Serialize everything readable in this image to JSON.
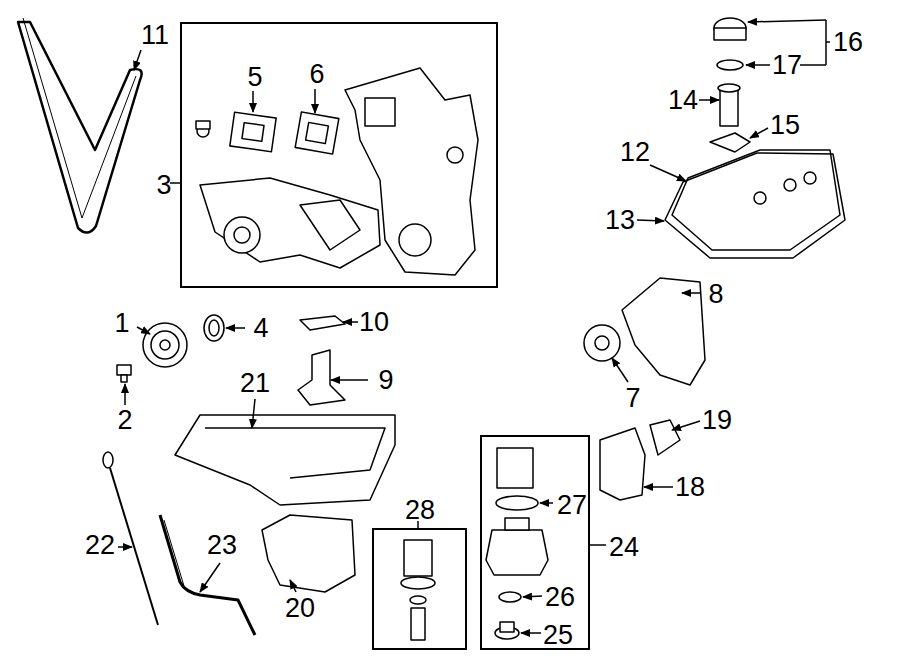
{
  "diagram": {
    "nodes": [
      {
        "text": [
          "3",
          "5",
          "6"
        ]
      },
      {
        "text": [
          "28"
        ]
      },
      {
        "text": [
          "24",
          "27",
          "26",
          "25"
        ]
      }
    ],
    "labels": [
      "11",
      "16",
      "17",
      "14",
      "15",
      "12",
      "13",
      "8",
      "1",
      "4",
      "10",
      "9",
      "2",
      "21",
      "7",
      "19",
      "18",
      "22",
      "23",
      "20"
    ]
  }
}
